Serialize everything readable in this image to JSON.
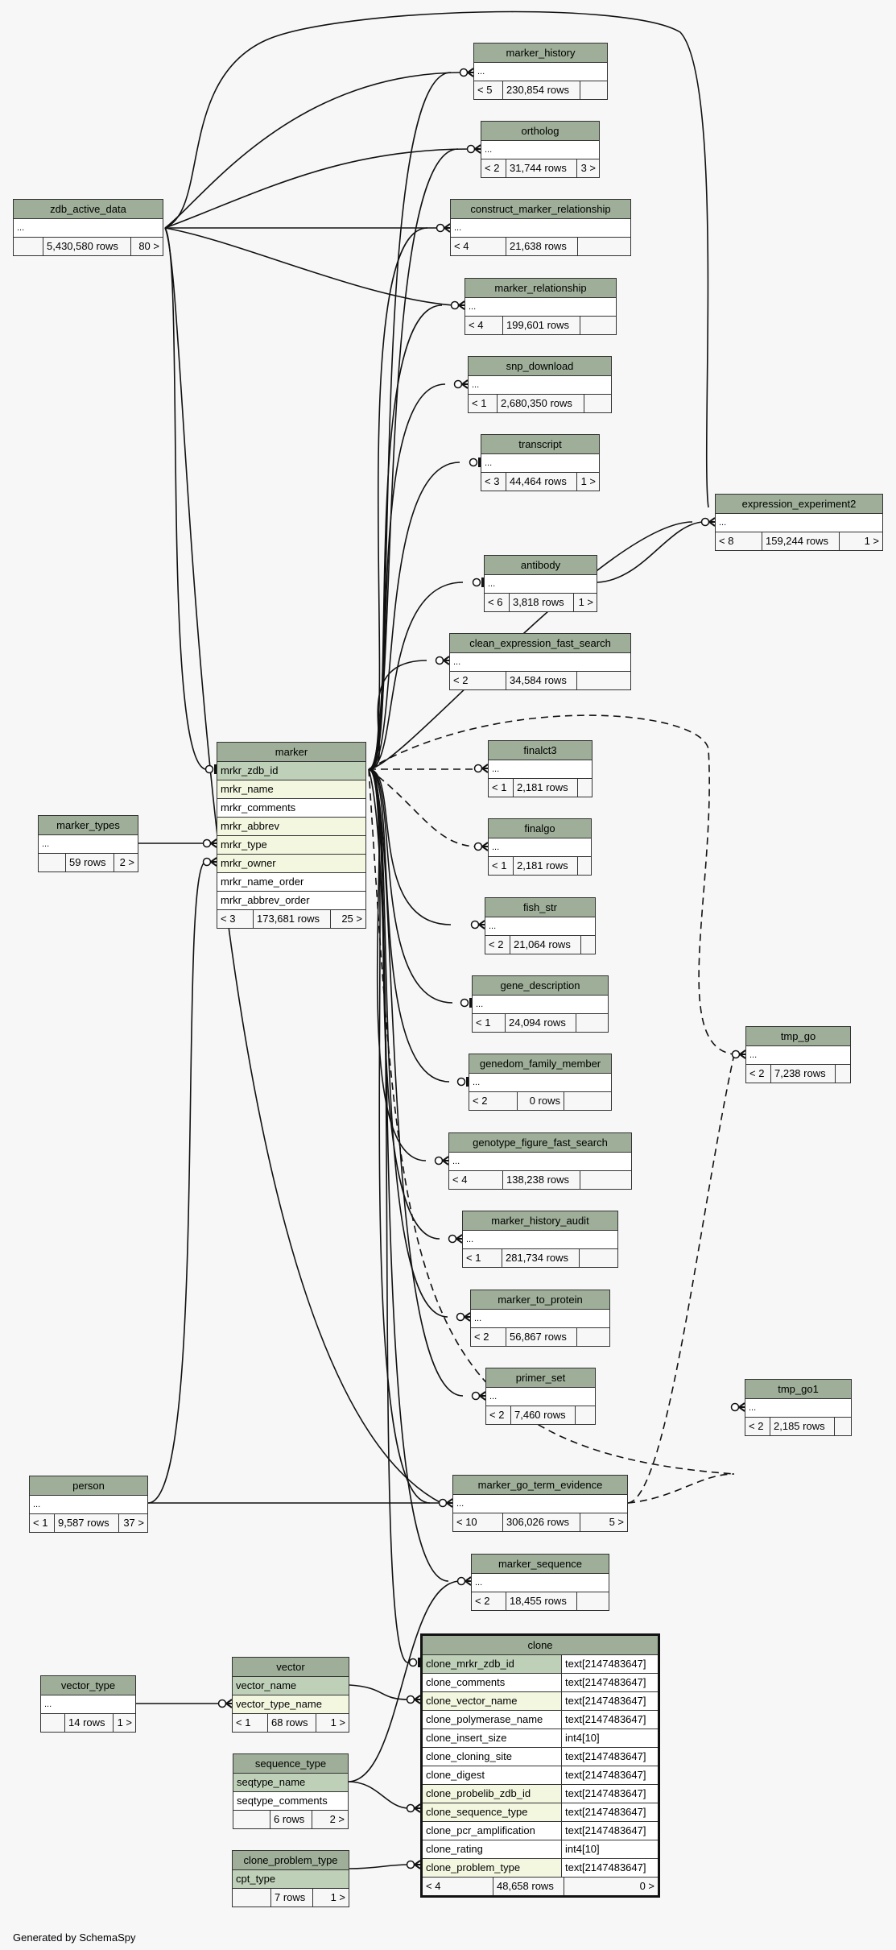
{
  "footer": "Generated by SchemaSpy",
  "colors": {
    "header": "#9eae98",
    "primary_key": "#bfd0b8",
    "foreign_key": "#f4f7e0",
    "background": "#f7f7f7"
  },
  "tables": {
    "zdb_active_data": {
      "name": "zdb_active_data",
      "columns": [
        "..."
      ],
      "parents": "",
      "rows": "5,430,580 rows",
      "children": "80 >"
    },
    "marker_history": {
      "name": "marker_history",
      "columns": [
        "..."
      ],
      "parents": "< 5",
      "rows": "230,854 rows",
      "children": ""
    },
    "ortholog": {
      "name": "ortholog",
      "columns": [
        "..."
      ],
      "parents": "< 2",
      "rows": "31,744 rows",
      "children": "3 >"
    },
    "construct_marker_relationship": {
      "name": "construct_marker_relationship",
      "columns": [
        "..."
      ],
      "parents": "< 4",
      "rows": "21,638 rows",
      "children": ""
    },
    "marker_relationship": {
      "name": "marker_relationship",
      "columns": [
        "..."
      ],
      "parents": "< 4",
      "rows": "199,601 rows",
      "children": ""
    },
    "snp_download": {
      "name": "snp_download",
      "columns": [
        "..."
      ],
      "parents": "< 1",
      "rows": "2,680,350 rows",
      "children": ""
    },
    "transcript": {
      "name": "transcript",
      "columns": [
        "..."
      ],
      "parents": "< 3",
      "rows": "44,464 rows",
      "children": "1 >"
    },
    "expression_experiment2": {
      "name": "expression_experiment2",
      "columns": [
        "..."
      ],
      "parents": "< 8",
      "rows": "159,244 rows",
      "children": "1 >"
    },
    "antibody": {
      "name": "antibody",
      "columns": [
        "..."
      ],
      "parents": "< 6",
      "rows": "3,818 rows",
      "children": "1 >"
    },
    "clean_expression_fast_search": {
      "name": "clean_expression_fast_search",
      "columns": [
        "..."
      ],
      "parents": "< 2",
      "rows": "34,584 rows",
      "children": ""
    },
    "finalct3": {
      "name": "finalct3",
      "columns": [
        "..."
      ],
      "parents": "< 1",
      "rows": "2,181 rows",
      "children": ""
    },
    "finalgo": {
      "name": "finalgo",
      "columns": [
        "..."
      ],
      "parents": "< 1",
      "rows": "2,181 rows",
      "children": ""
    },
    "fish_str": {
      "name": "fish_str",
      "columns": [
        "..."
      ],
      "parents": "< 2",
      "rows": "21,064 rows",
      "children": ""
    },
    "gene_description": {
      "name": "gene_description",
      "columns": [
        "..."
      ],
      "parents": "< 1",
      "rows": "24,094 rows",
      "children": ""
    },
    "genedom_family_member": {
      "name": "genedom_family_member",
      "columns": [
        "..."
      ],
      "parents": "< 2",
      "rows": "0 rows",
      "children": ""
    },
    "genotype_figure_fast_search": {
      "name": "genotype_figure_fast_search",
      "columns": [
        "..."
      ],
      "parents": "< 4",
      "rows": "138,238 rows",
      "children": ""
    },
    "marker_history_audit": {
      "name": "marker_history_audit",
      "columns": [
        "..."
      ],
      "parents": "< 1",
      "rows": "281,734 rows",
      "children": ""
    },
    "marker_to_protein": {
      "name": "marker_to_protein",
      "columns": [
        "..."
      ],
      "parents": "< 2",
      "rows": "56,867 rows",
      "children": ""
    },
    "primer_set": {
      "name": "primer_set",
      "columns": [
        "..."
      ],
      "parents": "< 2",
      "rows": "7,460 rows",
      "children": ""
    },
    "marker_go_term_evidence": {
      "name": "marker_go_term_evidence",
      "columns": [
        "..."
      ],
      "parents": "< 10",
      "rows": "306,026 rows",
      "children": "5 >"
    },
    "marker_sequence": {
      "name": "marker_sequence",
      "columns": [
        "..."
      ],
      "parents": "< 2",
      "rows": "18,455 rows",
      "children": ""
    },
    "tmp_go": {
      "name": "tmp_go",
      "columns": [
        "..."
      ],
      "parents": "< 2",
      "rows": "7,238 rows",
      "children": ""
    },
    "tmp_go1": {
      "name": "tmp_go1",
      "columns": [
        "..."
      ],
      "parents": "< 2",
      "rows": "2,185 rows",
      "children": ""
    },
    "marker_types": {
      "name": "marker_types",
      "columns": [
        "..."
      ],
      "parents": "",
      "rows": "59 rows",
      "children": "2 >"
    },
    "person": {
      "name": "person",
      "columns": [
        "..."
      ],
      "parents": "< 1",
      "rows": "9,587 rows",
      "children": "37 >"
    },
    "vector_type": {
      "name": "vector_type",
      "columns": [
        "..."
      ],
      "parents": "",
      "rows": "14 rows",
      "children": "1 >"
    },
    "marker": {
      "name": "marker",
      "columns": [
        "mrkr_zdb_id",
        "mrkr_name",
        "mrkr_comments",
        "mrkr_abbrev",
        "mrkr_type",
        "mrkr_owner",
        "mrkr_name_order",
        "mrkr_abbrev_order"
      ],
      "parents": "< 3",
      "rows": "173,681 rows",
      "children": "25 >"
    },
    "vector": {
      "name": "vector",
      "columns": [
        "vector_name",
        "vector_type_name"
      ],
      "parents": "< 1",
      "rows": "68 rows",
      "children": "1 >"
    },
    "sequence_type": {
      "name": "sequence_type",
      "columns": [
        "seqtype_name",
        "seqtype_comments"
      ],
      "parents": "",
      "rows": "6 rows",
      "children": "2 >"
    },
    "clone_problem_type": {
      "name": "clone_problem_type",
      "columns": [
        "cpt_type"
      ],
      "parents": "",
      "rows": "7 rows",
      "children": "1 >"
    },
    "clone": {
      "name": "clone",
      "columns": [
        {
          "name": "clone_mrkr_zdb_id",
          "type": "text[2147483647]"
        },
        {
          "name": "clone_comments",
          "type": "text[2147483647]"
        },
        {
          "name": "clone_vector_name",
          "type": "text[2147483647]"
        },
        {
          "name": "clone_polymerase_name",
          "type": "text[2147483647]"
        },
        {
          "name": "clone_insert_size",
          "type": "int4[10]"
        },
        {
          "name": "clone_cloning_site",
          "type": "text[2147483647]"
        },
        {
          "name": "clone_digest",
          "type": "text[2147483647]"
        },
        {
          "name": "clone_probelib_zdb_id",
          "type": "text[2147483647]"
        },
        {
          "name": "clone_sequence_type",
          "type": "text[2147483647]"
        },
        {
          "name": "clone_pcr_amplification",
          "type": "text[2147483647]"
        },
        {
          "name": "clone_rating",
          "type": "int4[10]"
        },
        {
          "name": "clone_problem_type",
          "type": "text[2147483647]"
        }
      ],
      "parents": "< 4",
      "rows": "48,658 rows",
      "children": "0 >"
    }
  }
}
